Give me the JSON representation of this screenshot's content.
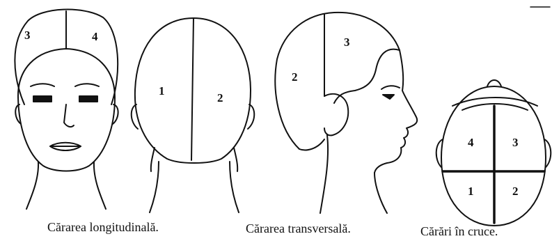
{
  "figures": [
    {
      "id": "front-head",
      "sections": [
        "3",
        "4"
      ]
    },
    {
      "id": "back-head",
      "sections": [
        "1",
        "2"
      ]
    },
    {
      "id": "side-head",
      "sections": [
        "2",
        "3"
      ]
    },
    {
      "id": "top-head",
      "sections": [
        "4",
        "3",
        "1",
        "2"
      ]
    }
  ],
  "captions": {
    "longitudinal": "Cărarea longitudinală.",
    "transversal": "Cărarea transversală.",
    "cross": "Cărări în cruce."
  }
}
